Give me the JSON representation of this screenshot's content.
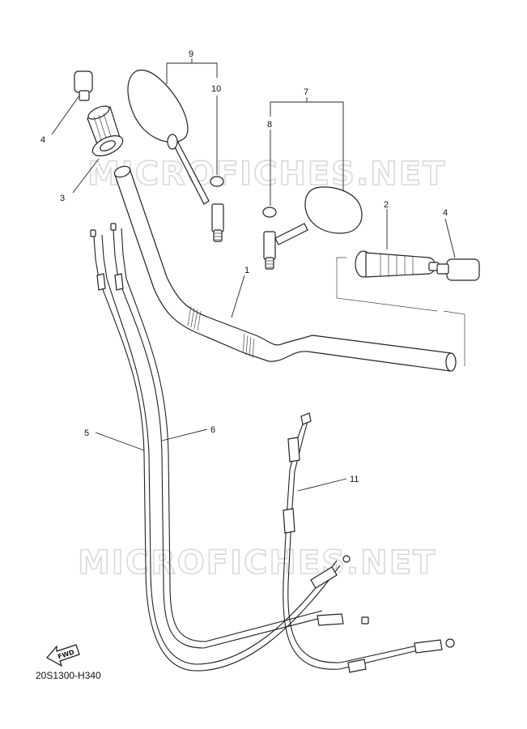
{
  "watermark": "MICROFICHES.NET",
  "diagram_code": "20S1300-H340",
  "fwd_label": "FWD",
  "callouts": {
    "c1": "1",
    "c2": "2",
    "c3": "3",
    "c4_left": "4",
    "c4_right": "4",
    "c5": "5",
    "c6": "6",
    "c7": "7",
    "c8": "8",
    "c9": "9",
    "c10": "10",
    "c11": "11"
  }
}
